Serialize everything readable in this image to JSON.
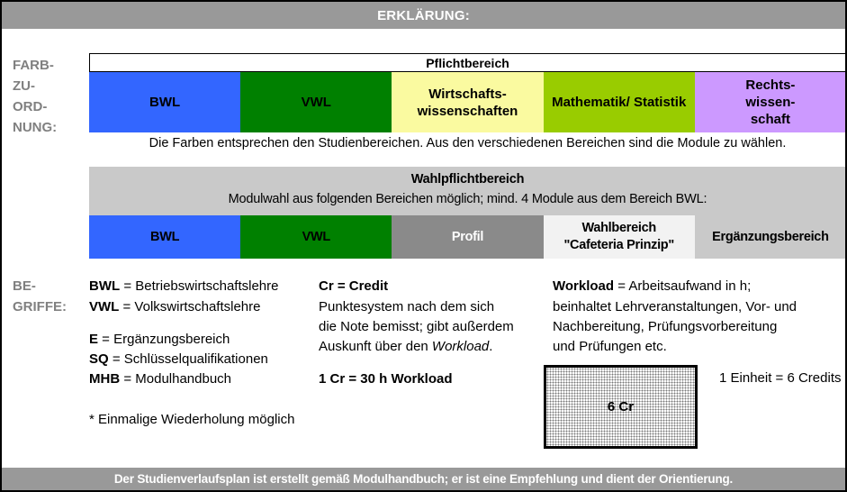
{
  "header": {
    "title": "ERKLÄRUNG:"
  },
  "colors": {
    "bar_gray": "#999999",
    "label_gray": "#808080",
    "panel_gray": "#C9C9C9",
    "bwl_blue": "#3366FF",
    "vwl_green": "#008000",
    "wiwi_yellow": "#FAFAA0",
    "mathe_green": "#99CC00",
    "recht_purple": "#CC99FF",
    "profil_gray": "#8A8A8A",
    "wahlbereich_white": "#F2F2F2",
    "ergaenzung_gray": "#C9C9C9"
  },
  "farbzuordnung": {
    "label": "FARB-\nZU-\nORD-\nNUNG:",
    "pflicht": {
      "header": "Pflichtbereich",
      "blocks": [
        {
          "label": "BWL",
          "bg": "#3366FF",
          "fg": "#000000"
        },
        {
          "label": "VWL",
          "bg": "#008000",
          "fg": "#000000"
        },
        {
          "label": "Wirtschafts-\nwissenschaften",
          "bg": "#FAFAA0",
          "fg": "#000000"
        },
        {
          "label": "Mathematik/ Statistik",
          "bg": "#99CC00",
          "fg": "#000000"
        },
        {
          "label": "Rechts-\nwissen-\nschaft",
          "bg": "#CC99FF",
          "fg": "#000000"
        }
      ]
    },
    "note": "Die Farben entsprechen den Studienbereichen. Aus den verschiedenen Bereichen sind die Module zu wählen.",
    "wahlpflicht": {
      "header": "Wahlpflichtbereich",
      "subheader": "Modulwahl aus folgenden Bereichen möglich; mind. 4 Module aus dem Bereich BWL:",
      "blocks": [
        {
          "label": "BWL",
          "bg": "#3366FF",
          "fg": "#000000"
        },
        {
          "label": "VWL",
          "bg": "#008000",
          "fg": "#000000"
        },
        {
          "label": "Profil",
          "bg": "#8A8A8A",
          "fg": "#FFFFFF"
        },
        {
          "label": "Wahlbereich\n\"Cafeteria Prinzip\"",
          "bg": "#F2F2F2",
          "fg": "#000000"
        },
        {
          "label": "Ergänzungsbereich",
          "bg": "#C9C9C9",
          "fg": "#000000"
        }
      ]
    }
  },
  "begriffe": {
    "label": "BE-\nGRIFFE:",
    "terms": [
      {
        "abbr": "BWL",
        "rest": " = Betriebswirtschaftslehre"
      },
      {
        "abbr": "VWL",
        "rest": " = Volkswirtschaftslehre"
      },
      {
        "abbr": "E",
        "rest": " = Ergänzungsbereich"
      },
      {
        "abbr": "SQ",
        "rest": " = Schlüsselqualifikationen"
      },
      {
        "abbr": "MHB",
        "rest": " = Modulhandbuch"
      }
    ],
    "footnote": "* Einmalige Wiederholung möglich",
    "credit": {
      "title": "Cr = Credit",
      "line1": "Punktesystem nach dem sich",
      "line2": "die Note bemisst; gibt außerdem",
      "line3_prefix": "Auskunft über den ",
      "line3_italic": "Workload",
      "line3_suffix": ".",
      "rule": "1 Cr = 30 h Workload"
    },
    "workload": {
      "abbr": "Workload",
      "rest": " = Arbeitsaufwand in h;",
      "line2": "beinhaltet Lehrveranstaltungen, Vor- und",
      "line3": "Nachbereitung, Prüfungsvorbereitung",
      "line4": "und Prüfungen etc."
    },
    "unit_box": {
      "label": "6 Cr",
      "note": "1 Einheit = 6 Credits"
    }
  },
  "footer": {
    "text": "Der Studienverlaufsplan ist erstellt gemäß Modulhandbuch; er ist eine Empfehlung und dient der Orientierung."
  }
}
